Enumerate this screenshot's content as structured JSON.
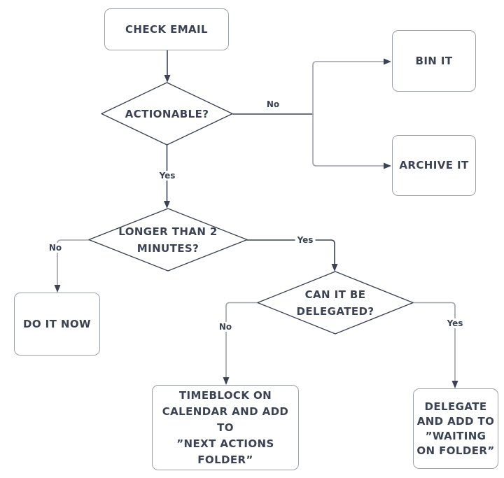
{
  "colors": {
    "dark": "#3a4254",
    "gray": "#9da1a8",
    "background": "#ffffff"
  },
  "nodes": {
    "check_email": {
      "type": "process",
      "lines": [
        "CHECK EMAIL"
      ]
    },
    "actionable": {
      "type": "decision",
      "lines": [
        "ACTIONABLE?"
      ]
    },
    "bin_it": {
      "type": "process",
      "lines": [
        "BIN IT"
      ]
    },
    "archive_it": {
      "type": "process",
      "lines": [
        "ARCHIVE IT"
      ]
    },
    "longer_than_2_minutes": {
      "type": "decision",
      "lines": [
        "LONGER THAN 2",
        "MINUTES?"
      ]
    },
    "do_it_now": {
      "type": "process",
      "lines": [
        "DO IT NOW"
      ]
    },
    "can_it_be_delegated": {
      "type": "decision",
      "lines": [
        "CAN IT BE",
        "DELEGATED?"
      ]
    },
    "timeblock_next_actions": {
      "type": "process",
      "lines": [
        "TIMEBLOCK ON",
        "CALENDAR AND ADD TO",
        "”NEXT ACTIONS",
        "FOLDER”"
      ]
    },
    "delegate_waiting": {
      "type": "process",
      "lines": [
        "DELEGATE",
        "AND ADD TO",
        "”WAITING",
        "ON FOLDER”"
      ]
    }
  },
  "edges": {
    "check_to_actionable": {
      "from": "check_email",
      "to": "actionable",
      "label": ""
    },
    "actionable_no": {
      "from": "actionable",
      "to": [
        "bin_it",
        "archive_it"
      ],
      "label": "No"
    },
    "actionable_yes": {
      "from": "actionable",
      "to": "longer_than_2_minutes",
      "label": "Yes"
    },
    "longer_no": {
      "from": "longer_than_2_minutes",
      "to": "do_it_now",
      "label": "No"
    },
    "longer_yes": {
      "from": "longer_than_2_minutes",
      "to": "can_it_be_delegated",
      "label": "Yes"
    },
    "delegated_no": {
      "from": "can_it_be_delegated",
      "to": "timeblock_next_actions",
      "label": "No"
    },
    "delegated_yes": {
      "from": "can_it_be_delegated",
      "to": "delegate_waiting",
      "label": "Yes"
    }
  }
}
